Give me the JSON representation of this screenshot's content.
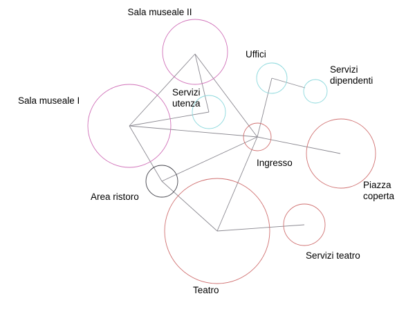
{
  "colors": {
    "museum": "#d070b8",
    "services": "#8ad8dc",
    "public": "#d07070",
    "dark": "#404048",
    "edge": "#8a8890"
  },
  "nodes": [
    {
      "id": "sala2",
      "label_lines": [
        "Sala museale II"
      ],
      "color": "museum"
    },
    {
      "id": "sala1",
      "label_lines": [
        "Sala museale I"
      ],
      "color": "museum"
    },
    {
      "id": "uffici",
      "label_lines": [
        "Uffici"
      ],
      "color": "services"
    },
    {
      "id": "servdip",
      "label_lines": [
        "Servizi",
        "dipendenti"
      ],
      "color": "services"
    },
    {
      "id": "servut",
      "label_lines": [
        "Servizi",
        "utenza"
      ],
      "color": "services"
    },
    {
      "id": "ingresso",
      "label_lines": [
        "Ingresso"
      ],
      "color": "public"
    },
    {
      "id": "piazza",
      "label_lines": [
        "Piazza",
        "coperta"
      ],
      "color": "public"
    },
    {
      "id": "ristoro",
      "label_lines": [
        "Area ristoro"
      ],
      "color": "dark"
    },
    {
      "id": "teatro",
      "label_lines": [
        "Teatro"
      ],
      "color": "public"
    },
    {
      "id": "servteatro",
      "label_lines": [
        "Servizi teatro"
      ],
      "color": "public"
    }
  ],
  "edges": [
    [
      "sala1",
      "sala2"
    ],
    [
      "sala2",
      "servut"
    ],
    [
      "sala2",
      "ingresso"
    ],
    [
      "sala1",
      "servut"
    ],
    [
      "sala1",
      "ingresso"
    ],
    [
      "sala1",
      "ristoro"
    ],
    [
      "ristoro",
      "ingresso"
    ],
    [
      "ristoro",
      "teatro"
    ],
    [
      "teatro",
      "ingresso"
    ],
    [
      "teatro",
      "servteatro"
    ],
    [
      "ingresso",
      "uffici"
    ],
    [
      "uffici",
      "servdip"
    ],
    [
      "ingresso",
      "piazza"
    ]
  ]
}
